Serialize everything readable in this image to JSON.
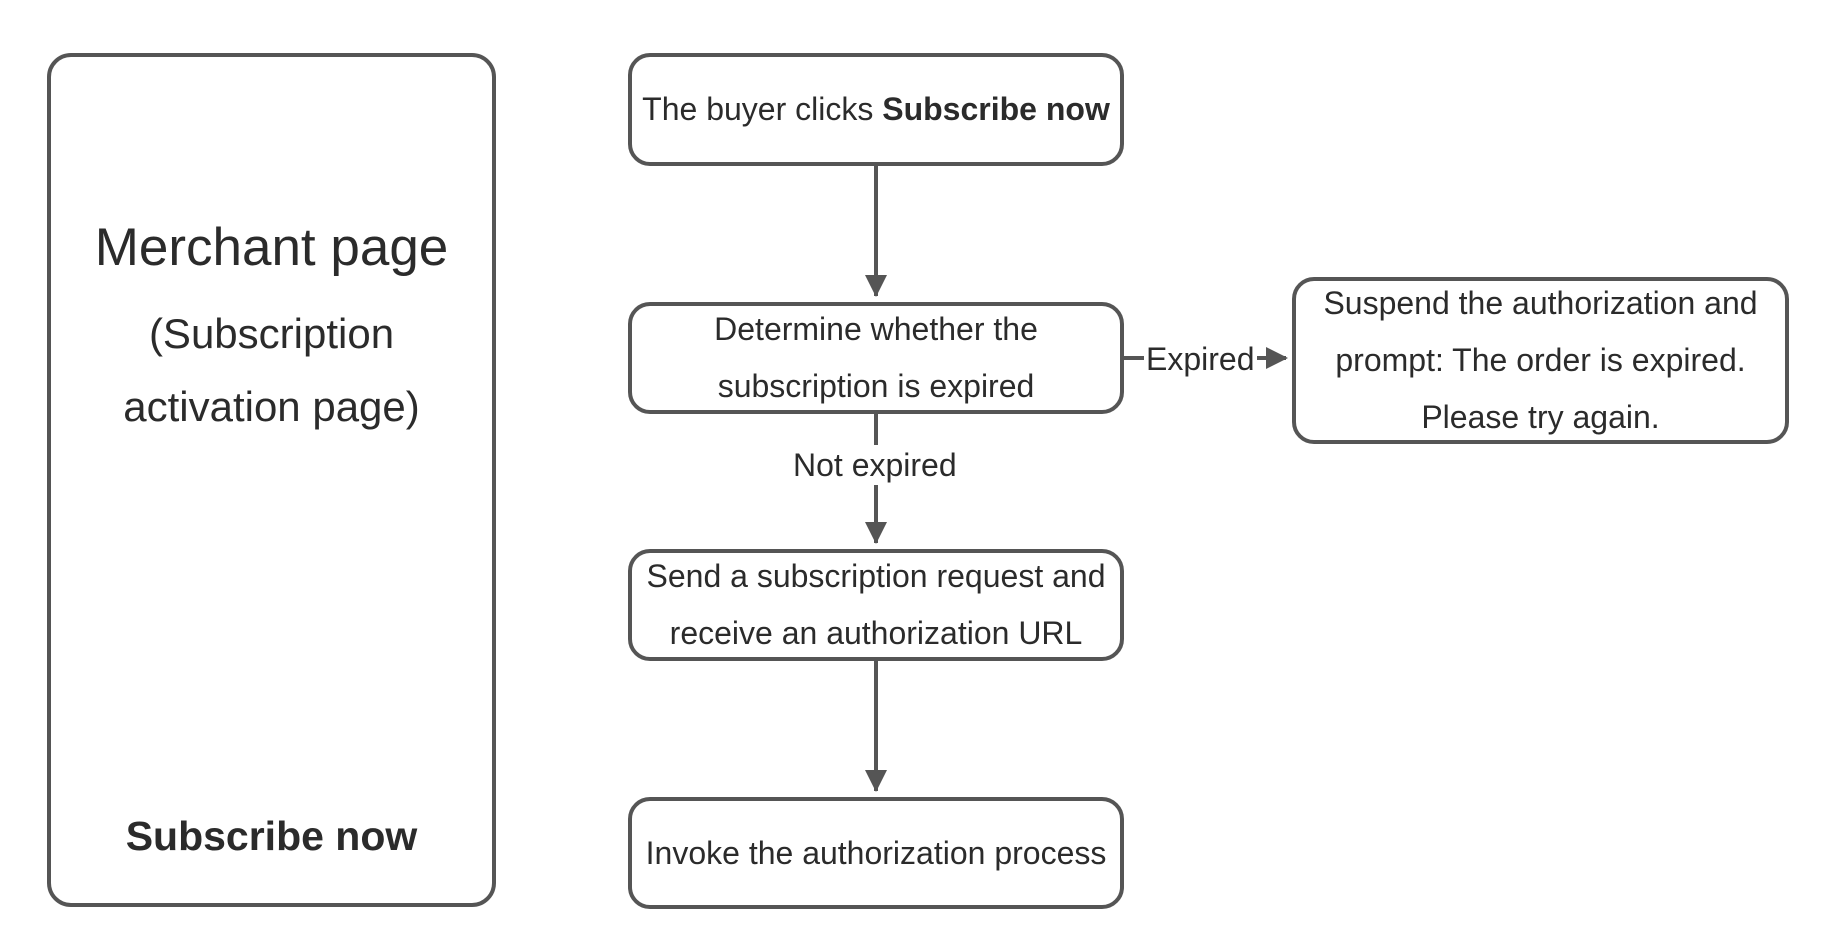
{
  "merchant_panel": {
    "title": "Merchant page",
    "subtitle_line1": "(Subscription",
    "subtitle_line2": "activation page)",
    "button_label": "Subscribe now"
  },
  "flow": {
    "step1": {
      "text_prefix": "The buyer clicks ",
      "text_bold": "Subscribe now"
    },
    "step2": {
      "line1": "Determine whether the",
      "line2": "subscription is expired"
    },
    "step3": {
      "line1": "Send a subscription request and",
      "line2": "receive an authorization URL"
    },
    "step4": {
      "text": "Invoke the authorization process"
    },
    "expired_outcome": {
      "line1": "Suspend the authorization and",
      "line2": "prompt: The order is expired.",
      "line3": "Please try again."
    },
    "edge_labels": {
      "expired": "Expired",
      "not_expired": "Not expired"
    }
  },
  "colors": {
    "stroke": "#555555",
    "text": "#2b2b2b",
    "background": "#ffffff"
  }
}
